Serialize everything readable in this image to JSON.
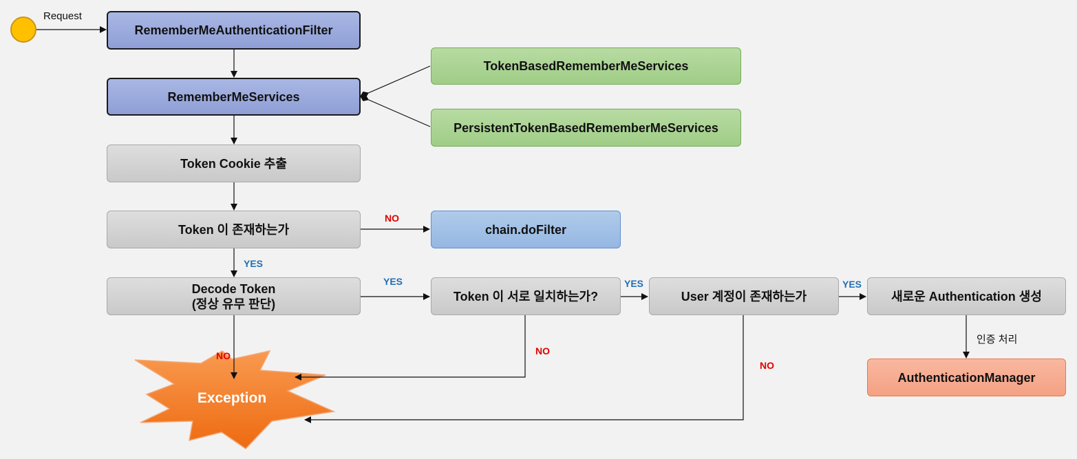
{
  "start_label": "Request",
  "nodes": {
    "filter": "RememberMeAuthenticationFilter",
    "services": "RememberMeServices",
    "token_based": "TokenBasedRememberMeServices",
    "persistent": "PersistentTokenBasedRememberMeServices",
    "extract_cookie": "Token Cookie 추출",
    "token_exists": "Token 이 존재하는가",
    "do_filter": "chain.doFilter",
    "decode": "Decode Token\n(정상 유무 판단)",
    "token_match": "Token 이 서로 일치하는가?",
    "user_exists": "User 계정이 존재하는가",
    "new_auth": "새로운 Authentication 생성",
    "auth_manager": "AuthenticationManager",
    "exception": "Exception"
  },
  "edge_labels": {
    "exists_no": "NO",
    "exists_yes": "YES",
    "decode_yes": "YES",
    "decode_no": "NO",
    "match_yes": "YES",
    "match_no": "NO",
    "user_yes": "YES",
    "user_no": "NO",
    "auth_process": "인증 처리"
  },
  "colors": {
    "start": "#ffc000",
    "filter_fill": "#8f9fd6",
    "impl_fill": "#9fcd86",
    "step_fill": "#c9c9c9",
    "dofilter_fill": "#95b7e2",
    "manager_fill": "#f4a183",
    "exception_fill": "#f07820",
    "no": "#e00000",
    "yes": "#1f6fb5"
  }
}
